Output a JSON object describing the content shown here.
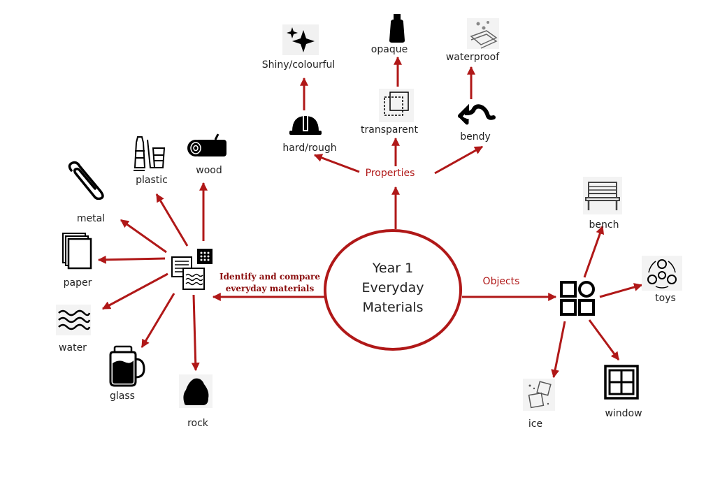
{
  "center": {
    "line1": "Year 1",
    "line2": "Everyday",
    "line3": "Materials"
  },
  "branches": {
    "properties": "Properties",
    "objects": "Objects",
    "identify_line1": "Identify and compare",
    "identify_line2": "everyday materials"
  },
  "properties": {
    "shiny": "Shiny/colourful",
    "opaque": "opaque",
    "waterproof": "waterproof",
    "hard": "hard/rough",
    "transparent": "transparent",
    "bendy": "bendy"
  },
  "materials": {
    "plastic": "plastic",
    "wood": "wood",
    "metal": "metal",
    "paper": "paper",
    "water": "water",
    "glass": "glass",
    "rock": "rock"
  },
  "objects": {
    "bench": "bench",
    "toys": "toys",
    "ice": "ice",
    "window": "window"
  },
  "colors": {
    "accent": "#b01818",
    "text": "#222222",
    "identify": "#8b0d0d"
  }
}
